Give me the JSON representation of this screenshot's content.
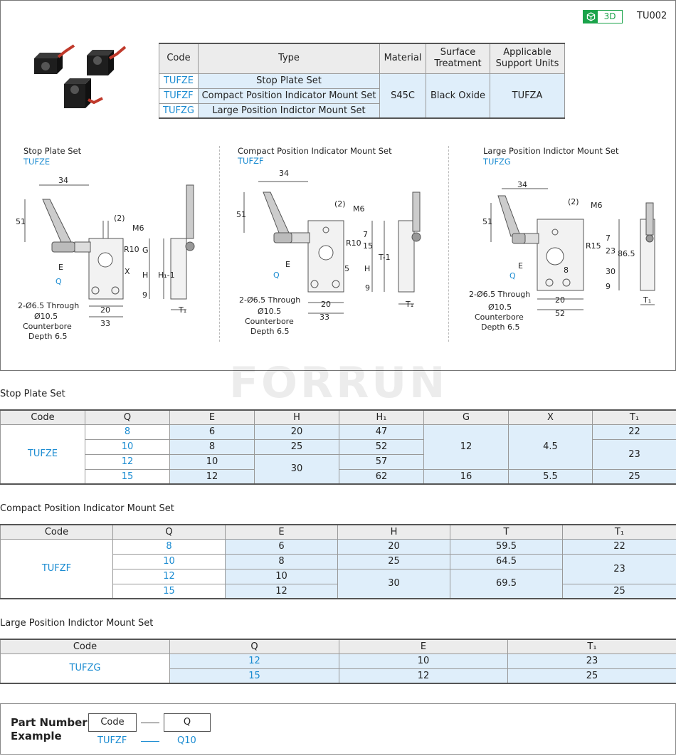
{
  "header": {
    "badge_label": "3D",
    "doc_id": "TU002"
  },
  "summary": {
    "headers": [
      "Code",
      "Type",
      "Material",
      "Surface Treatment",
      "Applicable Support Units"
    ],
    "rows": [
      {
        "code": "TUFZE",
        "type": "Stop Plate Set"
      },
      {
        "code": "TUFZF",
        "type": "Compact Position Indicator Mount Set"
      },
      {
        "code": "TUFZG",
        "type": "Large Position Indictor Mount Set"
      }
    ],
    "material": "S45C",
    "surface": "Black Oxide",
    "support": "TUFZA"
  },
  "drawings": {
    "stop": {
      "title": "Stop Plate Set",
      "code": "TUFZE",
      "dims": [
        "34",
        "51",
        "(2)",
        "M6",
        "R10",
        "G",
        "E",
        "X",
        "Q",
        "H",
        "H₁-1",
        "9",
        "2-Ø6.5 Through",
        "Ø10.5",
        "Counterbore",
        "Depth 6.5",
        "20",
        "33",
        "T₁"
      ]
    },
    "compact": {
      "title": "Compact Position Indicator Mount Set",
      "code": "TUFZF",
      "dims": [
        "34",
        "51",
        "(2)",
        "M6",
        "R10",
        "15",
        "7",
        "E",
        "5",
        "Q",
        "H",
        "T-1",
        "9",
        "2-Ø6.5 Through",
        "Ø10.5",
        "Counterbore",
        "Depth 6.5",
        "20",
        "33",
        "T₁"
      ]
    },
    "large": {
      "title": "Large Position Indictor Mount Set",
      "code": "TUFZG",
      "dims": [
        "34",
        "51",
        "(2)",
        "M6",
        "7",
        "R15",
        "23",
        "86.5",
        "E",
        "8",
        "30",
        "Q",
        "9",
        "2-Ø6.5 Through",
        "Ø10.5",
        "Counterbore",
        "Depth 6.5",
        "20",
        "52",
        "T₁"
      ]
    }
  },
  "watermark": "FORRUN",
  "stop_table": {
    "title": "Stop Plate Set",
    "headers": [
      "Code",
      "Q",
      "E",
      "H",
      "H₁",
      "G",
      "X",
      "T₁"
    ],
    "code": "TUFZE",
    "q": [
      "8",
      "10",
      "12",
      "15"
    ],
    "e": [
      "6",
      "8",
      "10",
      "12"
    ],
    "h": [
      "20",
      "25",
      "30"
    ],
    "h1": [
      "47",
      "52",
      "57",
      "62"
    ],
    "g": [
      "12",
      "16"
    ],
    "x": [
      "4.5",
      "5.5"
    ],
    "t1": [
      "22",
      "23",
      "25"
    ]
  },
  "compact_table": {
    "title": "Compact Position Indicator Mount Set",
    "headers": [
      "Code",
      "Q",
      "E",
      "H",
      "T",
      "T₁"
    ],
    "code": "TUFZF",
    "q": [
      "8",
      "10",
      "12",
      "15"
    ],
    "e": [
      "6",
      "8",
      "10",
      "12"
    ],
    "h": [
      "20",
      "25",
      "30"
    ],
    "t": [
      "59.5",
      "64.5",
      "69.5"
    ],
    "t1": [
      "22",
      "23",
      "25"
    ]
  },
  "large_table": {
    "title": "Large Position Indictor Mount Set",
    "headers": [
      "Code",
      "Q",
      "E",
      "T₁"
    ],
    "code": "TUFZG",
    "q": [
      "12",
      "15"
    ],
    "e": [
      "10",
      "12"
    ],
    "t1": [
      "23",
      "25"
    ]
  },
  "part_number": {
    "title_line1": "Part Number",
    "title_line2": "Example",
    "cells": [
      "Code",
      "Q"
    ],
    "example": [
      "TUFZF",
      "Q10"
    ]
  }
}
